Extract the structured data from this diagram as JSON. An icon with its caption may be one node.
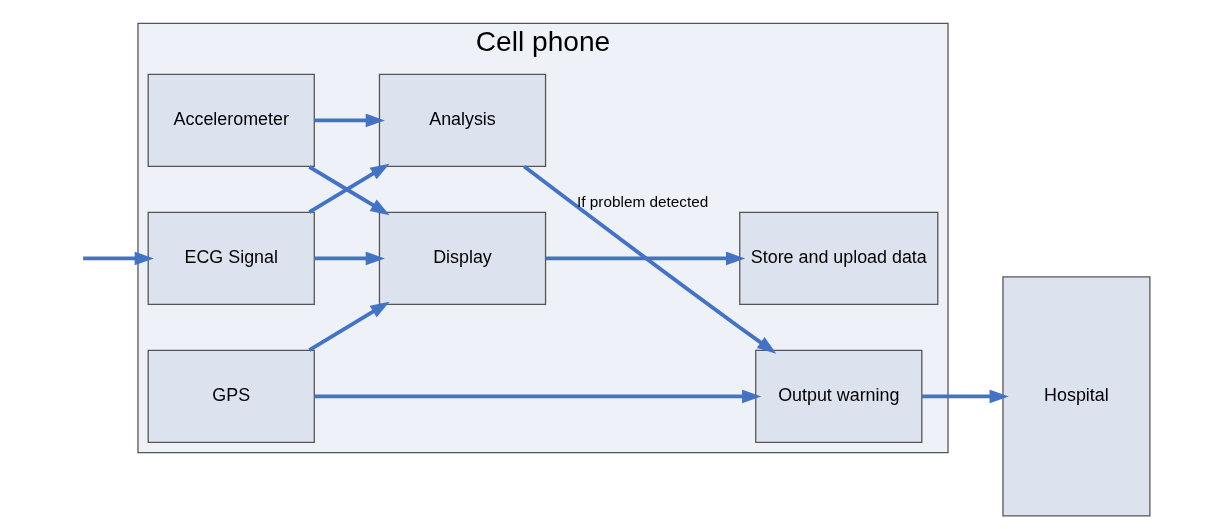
{
  "diagram": {
    "nodes": [
      {
        "text": [
          "Cell phone"
        ]
      },
      {
        "text": [
          "ECG Signal"
        ],
        "in": 0
      },
      {
        "text": [
          "Accelerometer"
        ],
        "in": 0
      },
      {
        "text": [
          "GPS"
        ],
        "in": 0
      },
      {
        "text": [
          "Analysis"
        ],
        "in": 0
      },
      {
        "text": [
          "Display"
        ],
        "in": 0
      },
      {
        "text": [
          "Store and upload data"
        ],
        "in": 0
      },
      {
        "text": [
          "Output warning"
        ],
        "in": 0
      },
      {
        "text": [
          "Hospital"
        ]
      }
    ],
    "edges": [
      {
        "from": null,
        "to": 1,
        "arrow": "to"
      },
      {
        "from": 1,
        "to": 4,
        "arrow": "to"
      },
      {
        "from": 1,
        "to": 5,
        "arrow": "to"
      },
      {
        "from": 2,
        "to": 4,
        "arrow": "to"
      },
      {
        "from": 2,
        "to": 5,
        "arrow": "to"
      },
      {
        "from": 3,
        "to": 5,
        "arrow": "to"
      },
      {
        "from": 3,
        "to": 7,
        "arrow": "to"
      },
      {
        "from": 4,
        "to": 7,
        "arrow": "to",
        "label": "If problem detected"
      },
      {
        "from": 5,
        "to": 6,
        "arrow": "to"
      },
      {
        "from": 7,
        "to": 8,
        "arrow": "to"
      }
    ]
  }
}
